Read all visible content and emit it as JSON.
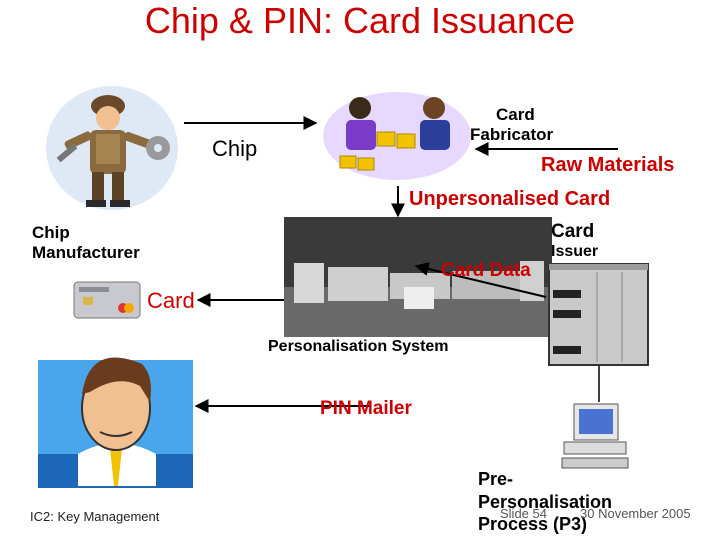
{
  "slide": {
    "title": "Chip & PIN: Card Issuance",
    "labels": {
      "chip": "Chip",
      "card_fabricator": [
        "Card",
        "Fabricator"
      ],
      "raw_materials": "Raw Materials",
      "unpersonalised_card": "Unpersonalised Card",
      "chip_manufacturer": [
        "Chip",
        "Manufacturer"
      ],
      "card_issuer": [
        "Card",
        "Issuer"
      ],
      "card_data": "Card Data",
      "card": "Card",
      "personalisation_system": "Personalisation System",
      "pin_mailer": "PIN Mailer",
      "pre_personalisation": [
        "Pre-",
        "Personalisation",
        "Process (P3)"
      ]
    },
    "footer": {
      "left": "IC2: Key Management",
      "slide_number": "Slide 54",
      "date": "30 November 2005"
    },
    "icons": [
      "worker-icon",
      "fabricators-icon",
      "credit-card-icon",
      "customer-icon",
      "personalisation-machine-icon",
      "server-cabinet-icon",
      "desktop-computer-icon"
    ],
    "colors": {
      "title": "#cc0000",
      "accent_red": "#cc0000"
    }
  }
}
